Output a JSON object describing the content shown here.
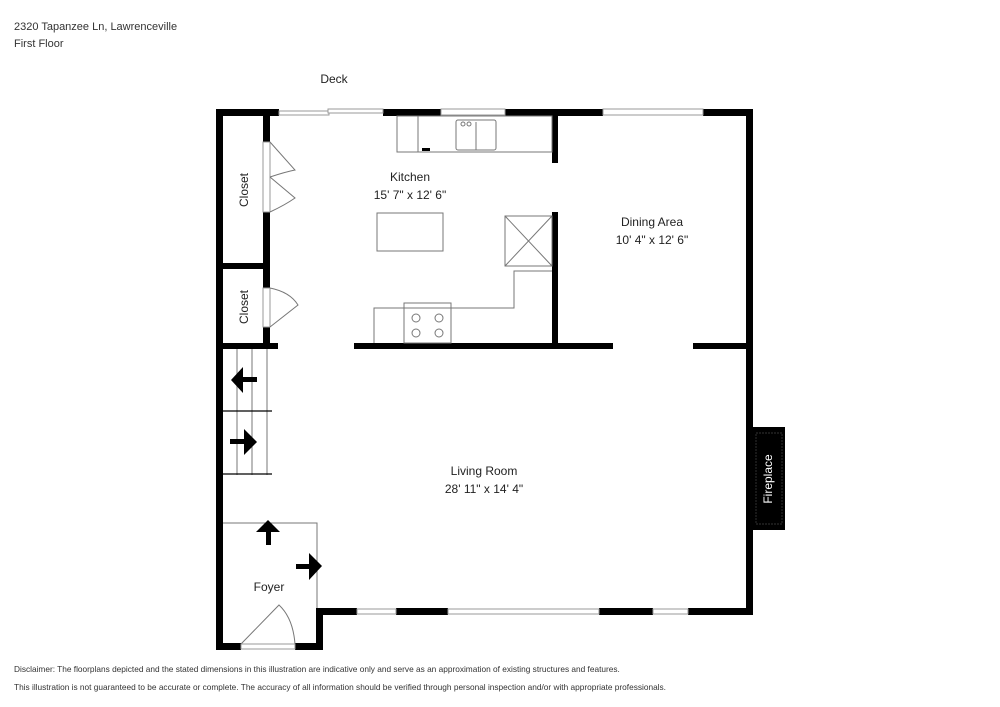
{
  "header": {
    "address": "2320 Tapanzee Ln, Lawrenceville",
    "floor": "First Floor"
  },
  "rooms": {
    "deck": {
      "label": "Deck"
    },
    "kitchen": {
      "label": "Kitchen",
      "dimensions": "15' 7\" x 12' 6\""
    },
    "dining": {
      "label": "Dining Area",
      "dimensions": "10' 4\" x 12' 6\""
    },
    "living": {
      "label": "Living Room",
      "dimensions": "28' 11\" x 14' 4\""
    },
    "closet_upper": {
      "label": "Closet"
    },
    "closet_lower": {
      "label": "Closet"
    },
    "foyer": {
      "label": "Foyer"
    },
    "fireplace": {
      "label": "Fireplace"
    }
  },
  "disclaimer": {
    "line1": "Disclaimer: The floorplans depicted and the stated dimensions in this illustration are indicative only and serve as an approximation of existing structures and features.",
    "line2": "This illustration is not guaranteed to be accurate or complete. The accuracy of all information should be verified through personal inspection and/or with appropriate professionals."
  },
  "colors": {
    "wall": "#000000",
    "fixture_line": "#777777",
    "background": "#ffffff"
  }
}
